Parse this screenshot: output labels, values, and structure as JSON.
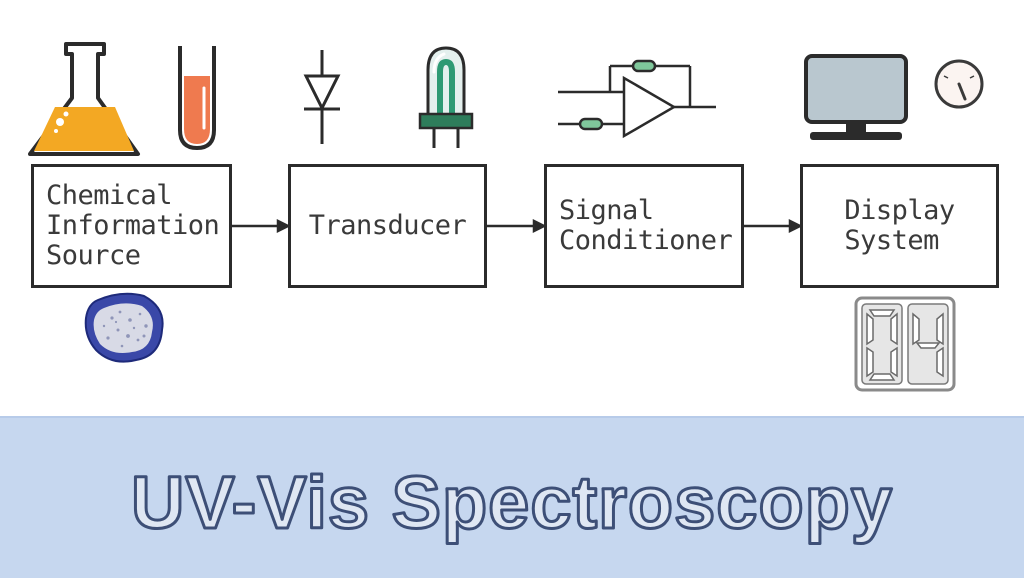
{
  "diagram": {
    "blocks": [
      {
        "label": "Chemical\nInformation\nSource"
      },
      {
        "label": "Transducer"
      },
      {
        "label": "Signal\nConditioner"
      },
      {
        "label": "Display\nSystem"
      }
    ],
    "display_digits": "04"
  },
  "banner": {
    "title": "UV-Vis Spectroscopy"
  },
  "colors": {
    "flask_liquid": "#f3a823",
    "tube_liquid": "#ef7a4f",
    "bulb_filament": "#2e9a74",
    "resistor": "#7fc79b",
    "monitor_screen": "#b9c7cf",
    "banner_bg": "#c6d7ef",
    "title_fill": "#dfe7f3",
    "title_stroke": "#3d4f77"
  },
  "icons": [
    "flask-icon",
    "test-tube-icon",
    "diode-icon",
    "bulb-icon",
    "amplifier-icon",
    "monitor-icon",
    "gauge-icon",
    "cell-icon",
    "seven-segment-display-icon"
  ]
}
